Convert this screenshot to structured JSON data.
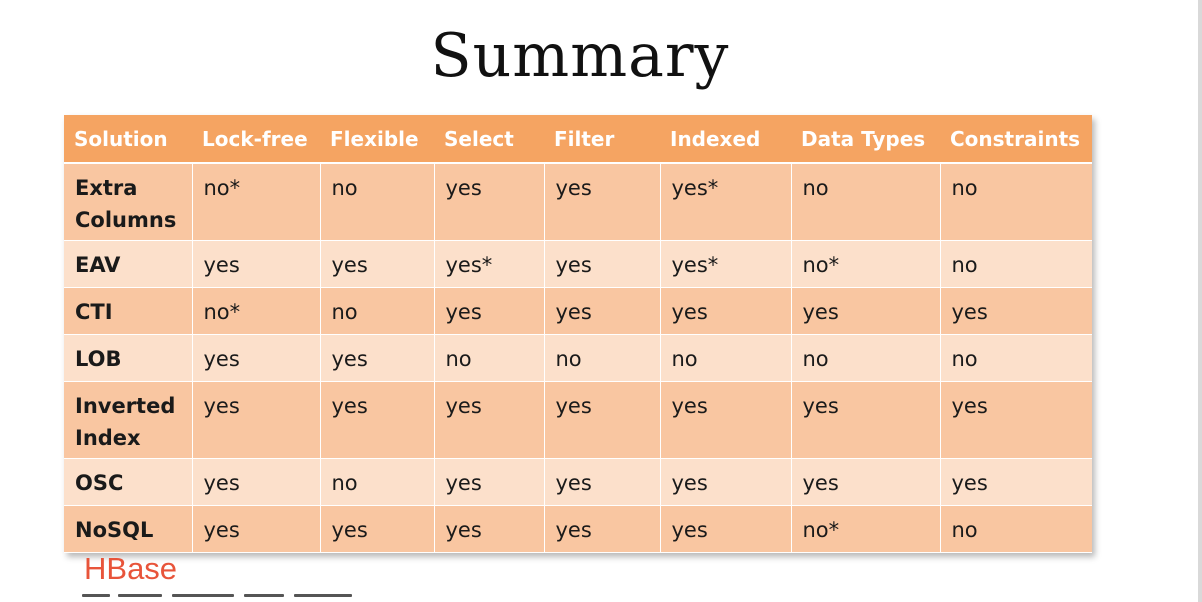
{
  "slide": {
    "title": "Summary",
    "footnote": "HBase"
  },
  "table": {
    "headers": [
      "Solution",
      "Lock-free",
      "Flexible",
      "Select",
      "Filter",
      "Indexed",
      "Data Types",
      "Constraints"
    ],
    "rows": [
      {
        "solution": "Extra Columns",
        "values": [
          "no*",
          "no",
          "yes",
          "yes",
          "yes*",
          "no",
          "no"
        ]
      },
      {
        "solution": "EAV",
        "values": [
          "yes",
          "yes",
          "yes*",
          "yes",
          "yes*",
          "no*",
          "no"
        ]
      },
      {
        "solution": "CTI",
        "values": [
          "no*",
          "no",
          "yes",
          "yes",
          "yes",
          "yes",
          "yes"
        ]
      },
      {
        "solution": "LOB",
        "values": [
          "yes",
          "yes",
          "no",
          "no",
          "no",
          "no",
          "no"
        ]
      },
      {
        "solution": "Inverted Index",
        "values": [
          "yes",
          "yes",
          "yes",
          "yes",
          "yes",
          "yes",
          "yes"
        ]
      },
      {
        "solution": "OSC",
        "values": [
          "yes",
          "no",
          "yes",
          "yes",
          "yes",
          "yes",
          "yes"
        ]
      },
      {
        "solution": "NoSQL",
        "values": [
          "yes",
          "yes",
          "yes",
          "yes",
          "yes",
          "no*",
          "no"
        ]
      }
    ]
  },
  "colors": {
    "header": "#f5a462",
    "row_dark": "#f9c6a1",
    "row_light": "#fce0cb",
    "footnote": "#e8543a"
  }
}
